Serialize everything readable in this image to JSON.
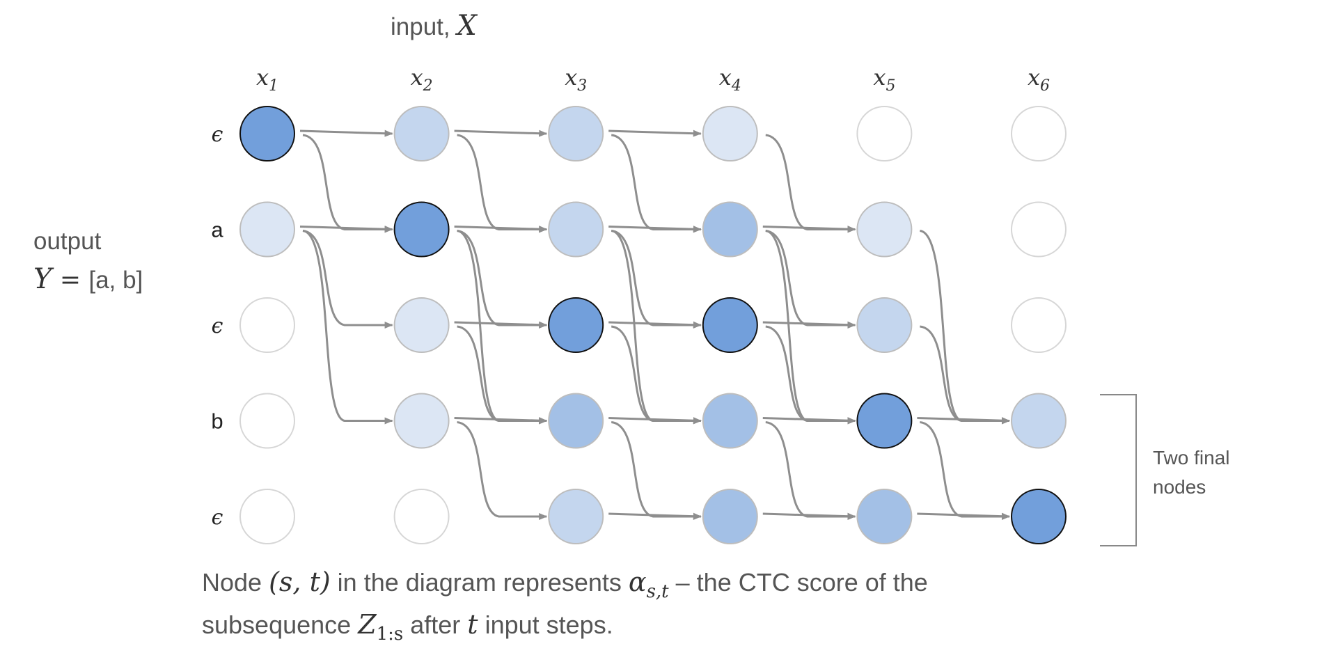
{
  "input_label": {
    "text": "input, ",
    "var": "X"
  },
  "columns": [
    {
      "sym": "x",
      "sub": "1"
    },
    {
      "sym": "x",
      "sub": "2"
    },
    {
      "sym": "x",
      "sub": "3"
    },
    {
      "sym": "x",
      "sub": "4"
    },
    {
      "sym": "x",
      "sub": "5"
    },
    {
      "sym": "x",
      "sub": "6"
    }
  ],
  "rows": [
    {
      "label": "ϵ",
      "kind": "blank"
    },
    {
      "label": "a",
      "kind": "char"
    },
    {
      "label": "ϵ",
      "kind": "blank"
    },
    {
      "label": "b",
      "kind": "char"
    },
    {
      "label": "ϵ",
      "kind": "blank"
    }
  ],
  "output_label": {
    "word": "output",
    "var": "Y",
    "eq": " = ",
    "value": "[a, b]"
  },
  "node_intensity": [
    [
      4,
      2,
      2,
      1,
      0,
      0
    ],
    [
      1,
      4,
      2,
      3,
      1,
      0
    ],
    [
      0,
      1,
      4,
      4,
      2,
      0
    ],
    [
      0,
      1,
      3,
      3,
      4,
      2
    ],
    [
      0,
      0,
      2,
      3,
      3,
      4
    ]
  ],
  "colors": {
    "level_0": "#ffffff",
    "level_1": "#dce6f4",
    "level_2": "#c4d6ee",
    "level_3": "#a3c0e6",
    "level_4": "#729fdb",
    "edge": "#8e8e8e",
    "text": "#555555",
    "bracket": "#888888"
  },
  "edges": [
    [
      0,
      0,
      0,
      1
    ],
    [
      0,
      0,
      1,
      1
    ],
    [
      0,
      1,
      0,
      2
    ],
    [
      0,
      1,
      1,
      2
    ],
    [
      0,
      2,
      0,
      3
    ],
    [
      0,
      2,
      1,
      3
    ],
    [
      0,
      3,
      1,
      4
    ],
    [
      1,
      0,
      1,
      1
    ],
    [
      1,
      0,
      2,
      1
    ],
    [
      1,
      0,
      3,
      1
    ],
    [
      1,
      1,
      1,
      2
    ],
    [
      1,
      1,
      2,
      2
    ],
    [
      1,
      1,
      3,
      2
    ],
    [
      1,
      2,
      1,
      3
    ],
    [
      1,
      2,
      2,
      3
    ],
    [
      1,
      2,
      3,
      3
    ],
    [
      1,
      3,
      1,
      4
    ],
    [
      1,
      3,
      2,
      4
    ],
    [
      1,
      3,
      3,
      4
    ],
    [
      1,
      4,
      3,
      5
    ],
    [
      2,
      1,
      2,
      2
    ],
    [
      2,
      1,
      3,
      2
    ],
    [
      2,
      2,
      2,
      3
    ],
    [
      2,
      2,
      3,
      3
    ],
    [
      2,
      3,
      2,
      4
    ],
    [
      2,
      3,
      3,
      4
    ],
    [
      2,
      4,
      3,
      5
    ],
    [
      3,
      1,
      3,
      2
    ],
    [
      3,
      1,
      4,
      2
    ],
    [
      3,
      2,
      3,
      3
    ],
    [
      3,
      2,
      4,
      3
    ],
    [
      3,
      3,
      3,
      4
    ],
    [
      3,
      3,
      4,
      4
    ],
    [
      3,
      4,
      3,
      5
    ],
    [
      3,
      4,
      4,
      5
    ],
    [
      4,
      2,
      4,
      3
    ],
    [
      4,
      3,
      4,
      4
    ],
    [
      4,
      4,
      4,
      5
    ]
  ],
  "bracket_label": {
    "line1": "Two final",
    "line2": "nodes"
  },
  "caption": {
    "line1": [
      {
        "t": "text",
        "v": "Node "
      },
      {
        "t": "math",
        "v": "(s, t)"
      },
      {
        "t": "text",
        "v": " in the diagram represents "
      },
      {
        "t": "math",
        "v": "α"
      },
      {
        "t": "sub",
        "v": "s,t"
      },
      {
        "t": "text",
        "v": " – the CTC score of the"
      }
    ],
    "line2": [
      {
        "t": "text",
        "v": "subsequence "
      },
      {
        "t": "math",
        "v": "Z"
      },
      {
        "t": "subup",
        "v": "1:s"
      },
      {
        "t": "text",
        "v": " after "
      },
      {
        "t": "math",
        "v": "t"
      },
      {
        "t": "text",
        "v": " input steps."
      }
    ]
  }
}
